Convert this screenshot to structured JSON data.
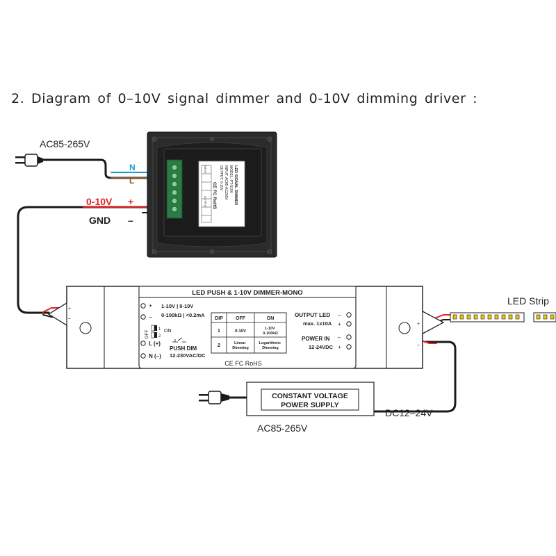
{
  "heading": "2. Diagram of 0–10V signal dimmer and 0-10V dimming driver :",
  "labels": {
    "ac_top": "AC85-265V",
    "n": "N",
    "l": "L",
    "signal": "0-10V",
    "plus": "+",
    "gnd": "GND",
    "minus": "–",
    "led_strip": "LED Strip",
    "ac_bottom": "AC85-265V",
    "dc": "DC12–24V"
  },
  "panel_label": {
    "lines": [
      "LED SIGNAL DIMMER",
      "MODEL: PT-510V",
      "INPUT: AC85-AC265V",
      "OUTPUT: 0-10V"
    ],
    "cert": "CE FC RoHS",
    "input_head": "INPUT",
    "output_head": "OUTPUT"
  },
  "driver": {
    "title": "LED PUSH & 1-10V DIMMER-MONO",
    "in_line1": "1-10V | 0-10V",
    "in_line2": "0-100kΩ | <0.2mA",
    "on": "ON",
    "off": "OFF",
    "l_label": "L (+)",
    "n_label": "N (–)",
    "push_dim": "PUSH DIM",
    "push_voltage": "12-230VAC/DC",
    "table": {
      "headers": [
        "DIP",
        "OFF",
        "ON"
      ],
      "rows": [
        [
          "1",
          "0-10V",
          "1-10V / 0-100kΩ"
        ],
        [
          "2",
          "Linear Dimming",
          "Logarithmic Dimming"
        ]
      ]
    },
    "output_led": "OUTPUT LED",
    "output_max": "max. 1x10A",
    "power_in": "POWER IN",
    "power_voltage": "12-24VDC",
    "cert": "CE FC RoHS"
  },
  "psu": {
    "line1": "CONSTANT VOLTAGE",
    "line2": "POWER SUPPLY"
  },
  "colors": {
    "wire": "#1a1a1a",
    "red": "#e32227",
    "blue": "#1e9bd7",
    "brown": "#8b5a2b",
    "panel": "#2b2b2b",
    "terminal": "#3fa25a",
    "led_yellow": "#f2c200"
  }
}
